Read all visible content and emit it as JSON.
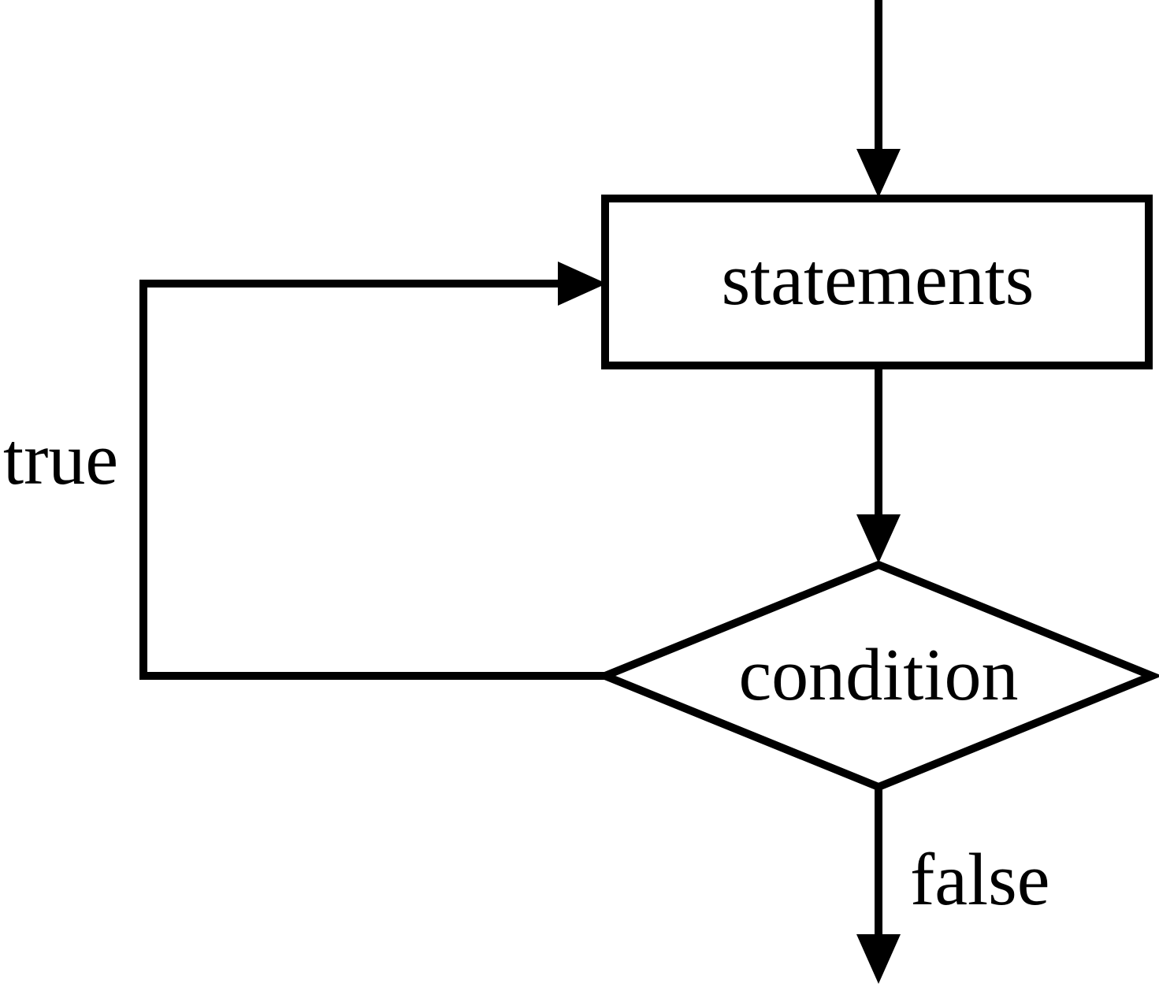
{
  "diagram": {
    "kind": "flowchart",
    "nodes": {
      "statements": {
        "label": "statements",
        "shape": "rectangle"
      },
      "condition": {
        "label": "condition",
        "shape": "diamond"
      }
    },
    "edge_labels": {
      "true_branch": "true",
      "false_branch": "false"
    },
    "colors": {
      "line": "#000000",
      "shape_fill": "#ffffff",
      "background": "#ffffff",
      "text": "#000000"
    }
  }
}
